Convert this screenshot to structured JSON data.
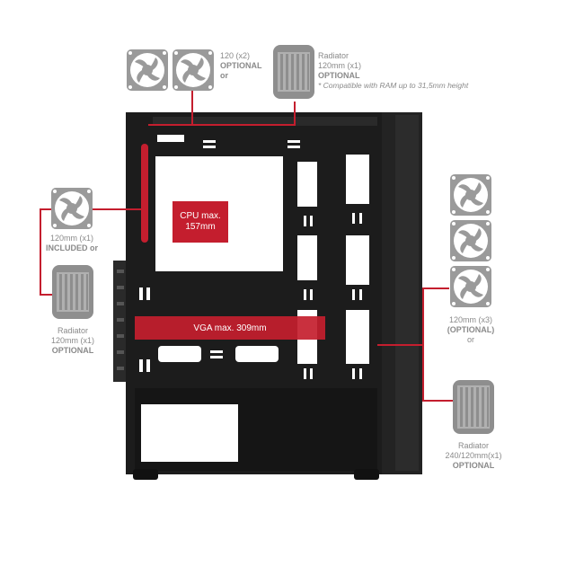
{
  "top": {
    "fans_label_line1": "120 (x2)",
    "fans_label_line2": "OPTIONAL",
    "fans_label_line3": "or",
    "radiator_line1": "Radiator",
    "radiator_line2": "120mm (x1)",
    "radiator_line3": "OPTIONAL",
    "radiator_note": "* Compatible with RAM up to 31,5mm height"
  },
  "rear": {
    "fan_line1": "120mm (x1)",
    "fan_line2": "INCLUDED or",
    "radiator_line1": "Radiator",
    "radiator_line2": "120mm (x1)",
    "radiator_line3": "OPTIONAL"
  },
  "front": {
    "fans_line1": "120mm (x3)",
    "fans_line2": "(OPTIONAL)",
    "fans_line3": "or",
    "radiator_line1": "Radiator",
    "radiator_line2": "240/120mm(x1)",
    "radiator_line3": "OPTIONAL"
  },
  "cpu": {
    "line1": "CPU max.",
    "line2": "157mm"
  },
  "vga": {
    "label": "VGA max. 309mm"
  },
  "colors": {
    "accent": "#c41e2e",
    "case": "#1c1c1c",
    "icon": "#9a9a9a"
  }
}
